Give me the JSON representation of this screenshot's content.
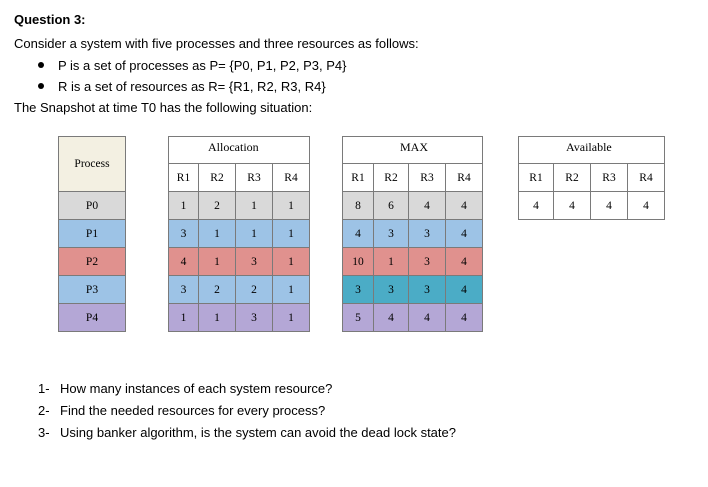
{
  "title": "Question 3:",
  "intro": "Consider a system with five processes and three resources as follows:",
  "bullets": [
    "P is a set of processes as P= {P0, P1, P2, P3, P4}",
    "R is a set of resources as R= {R1, R2, R3, R4}"
  ],
  "snapshot": "The Snapshot at time T0 has the following situation:",
  "process_header": "Process",
  "allocation_header": "Allocation",
  "max_header": "MAX",
  "available_header": "Available",
  "resources": [
    "R1",
    "R2",
    "R3",
    "R4"
  ],
  "processes": [
    "P0",
    "P1",
    "P2",
    "P3",
    "P4"
  ],
  "allocation": [
    [
      1,
      2,
      1,
      1
    ],
    [
      3,
      1,
      1,
      1
    ],
    [
      4,
      1,
      3,
      1
    ],
    [
      3,
      2,
      2,
      1
    ],
    [
      1,
      1,
      3,
      1
    ]
  ],
  "max": [
    [
      8,
      6,
      4,
      4
    ],
    [
      4,
      3,
      3,
      4
    ],
    [
      10,
      1,
      3,
      4
    ],
    [
      3,
      3,
      3,
      4
    ],
    [
      5,
      4,
      4,
      4
    ]
  ],
  "available": [
    4,
    4,
    4,
    4
  ],
  "row_colors": [
    "#d9d9d9",
    "#9dc3e6",
    "#e0918e",
    "#9dc3e6",
    "#b4a7d6"
  ],
  "max_last_row3_color": "#4bacc6",
  "questions": [
    {
      "num": "1-",
      "text": "How many instances of each system resource?"
    },
    {
      "num": "2-",
      "text": "Find the needed resources for every process?"
    },
    {
      "num": "3-",
      "text": "Using banker algorithm, is the system can avoid the dead lock state?"
    }
  ]
}
